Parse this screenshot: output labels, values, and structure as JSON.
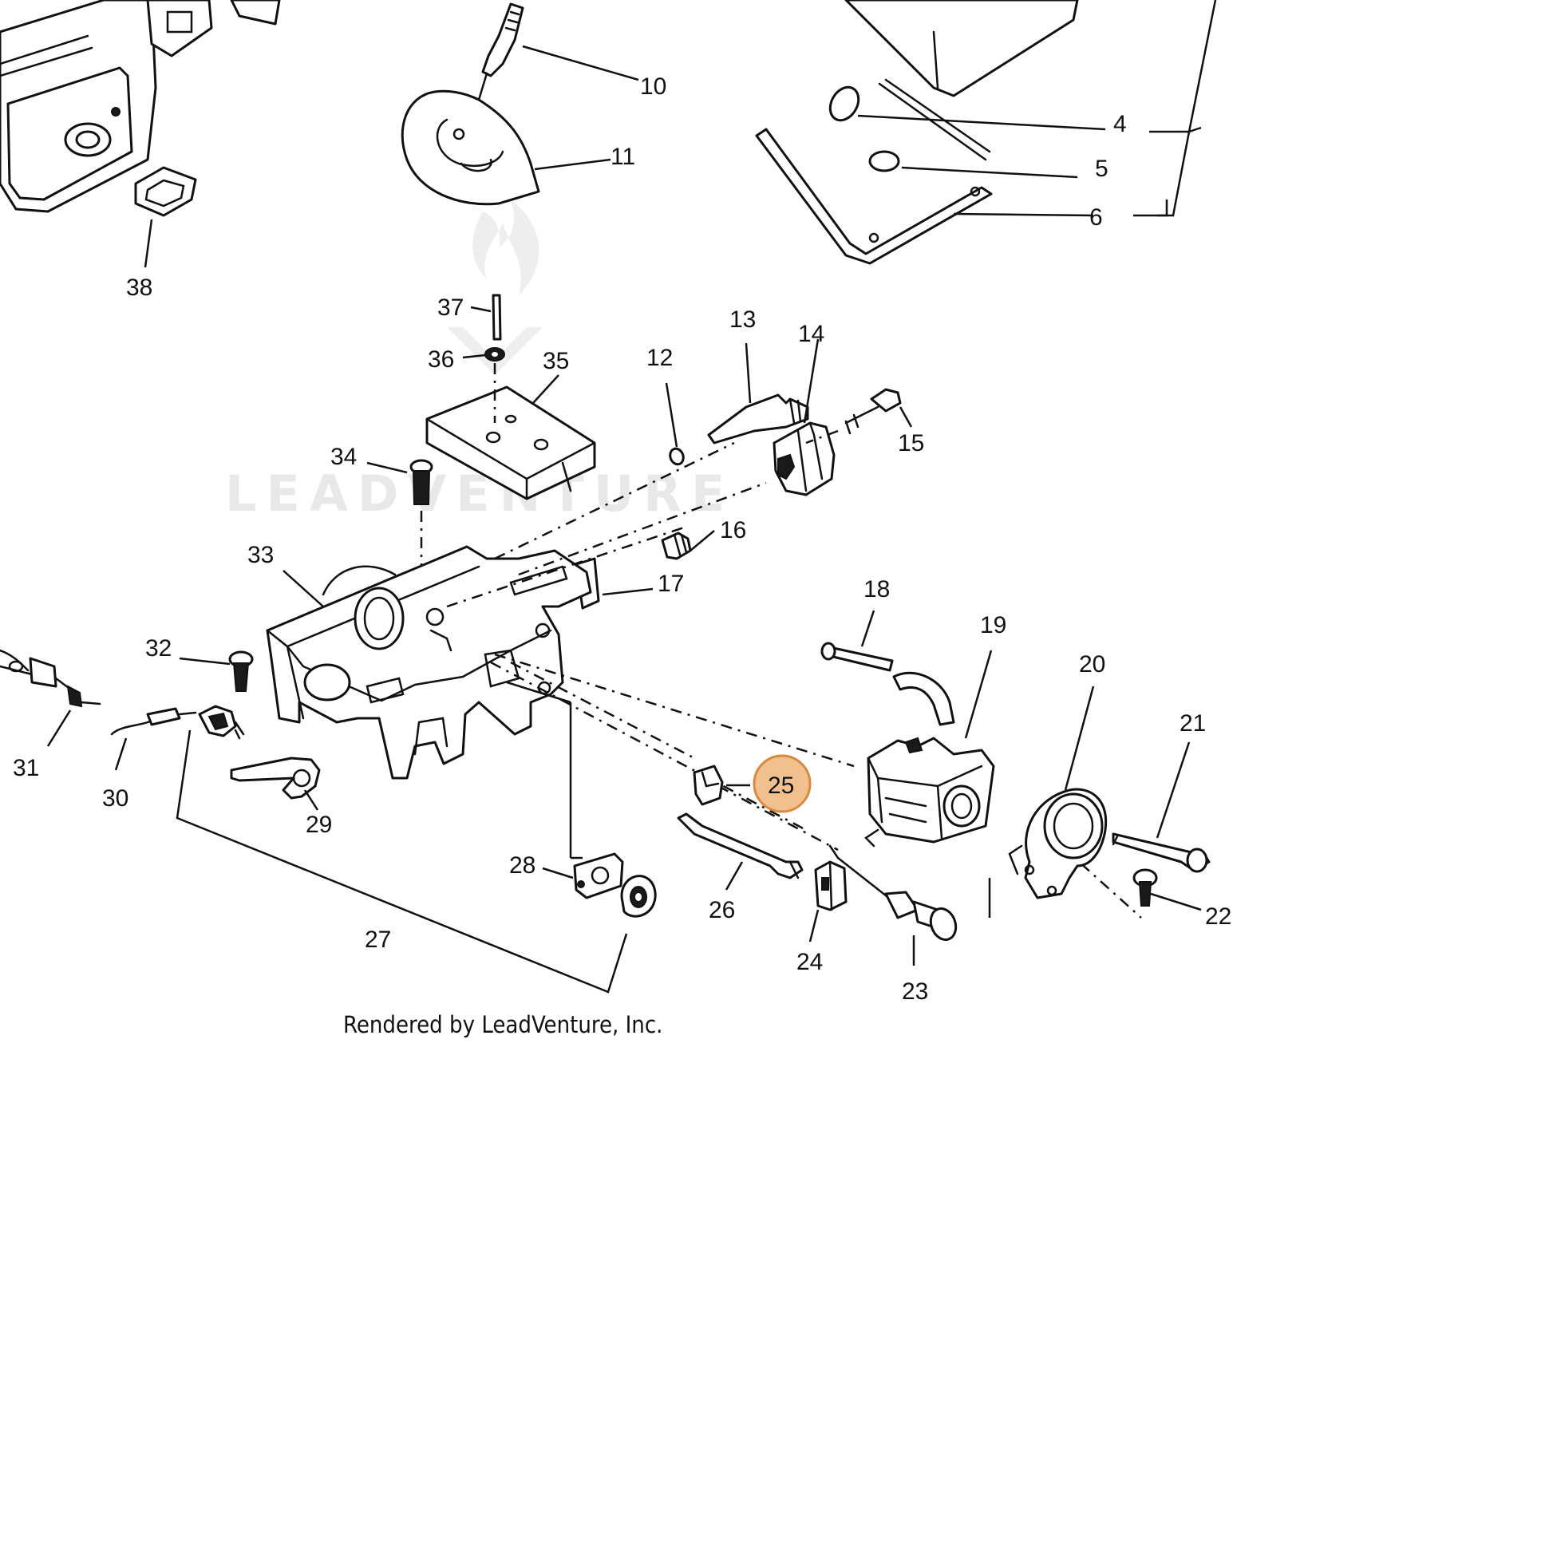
{
  "diagram": {
    "callouts": [
      {
        "id": "10",
        "label": "10"
      },
      {
        "id": "11",
        "label": "11"
      },
      {
        "id": "4",
        "label": "4"
      },
      {
        "id": "5",
        "label": "5"
      },
      {
        "id": "6",
        "label": "6"
      },
      {
        "id": "38",
        "label": "38"
      },
      {
        "id": "37",
        "label": "37"
      },
      {
        "id": "36",
        "label": "36"
      },
      {
        "id": "35",
        "label": "35"
      },
      {
        "id": "12",
        "label": "12"
      },
      {
        "id": "13",
        "label": "13"
      },
      {
        "id": "14",
        "label": "14"
      },
      {
        "id": "15",
        "label": "15"
      },
      {
        "id": "34",
        "label": "34"
      },
      {
        "id": "16",
        "label": "16"
      },
      {
        "id": "33",
        "label": "33"
      },
      {
        "id": "17",
        "label": "17"
      },
      {
        "id": "18",
        "label": "18"
      },
      {
        "id": "19",
        "label": "19"
      },
      {
        "id": "20",
        "label": "20"
      },
      {
        "id": "21",
        "label": "21"
      },
      {
        "id": "32",
        "label": "32"
      },
      {
        "id": "31",
        "label": "31"
      },
      {
        "id": "30",
        "label": "30"
      },
      {
        "id": "29",
        "label": "29"
      },
      {
        "id": "25",
        "label": "25"
      },
      {
        "id": "28",
        "label": "28"
      },
      {
        "id": "26",
        "label": "26"
      },
      {
        "id": "27",
        "label": "27"
      },
      {
        "id": "24",
        "label": "24"
      },
      {
        "id": "23",
        "label": "23"
      },
      {
        "id": "22",
        "label": "22"
      }
    ],
    "highlighted_callout": "25",
    "highlight_color": "#f2c08f",
    "highlight_ring_color": "#d98a3d",
    "credit": "Rendered by LeadVenture, Inc.",
    "watermark": "LEADVENTURE"
  }
}
